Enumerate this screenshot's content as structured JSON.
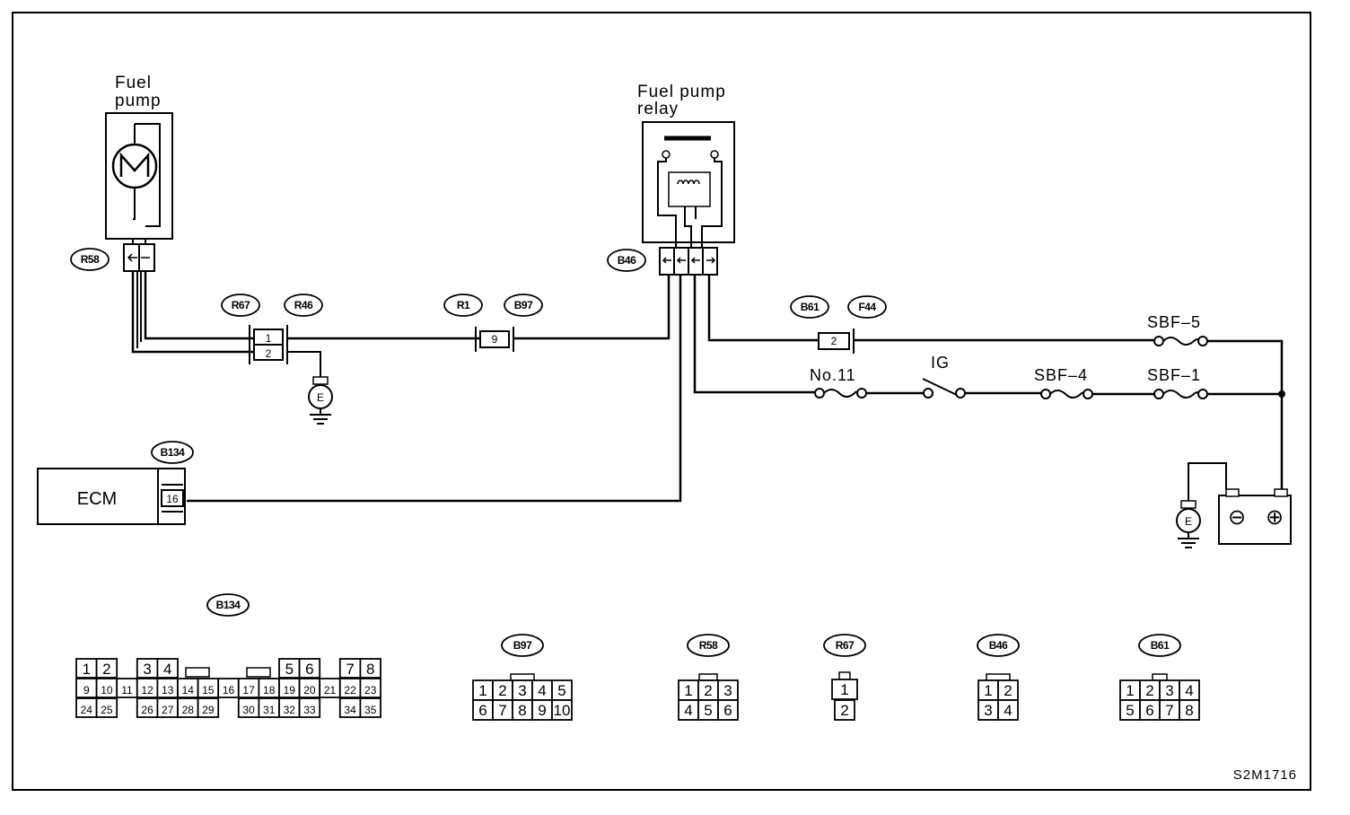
{
  "labels": {
    "fuel_pump_line1": "Fuel",
    "fuel_pump_line2": "pump",
    "relay_line1": "Fuel pump",
    "relay_line2": "relay",
    "ecm": "ECM",
    "sbf5": "SBF–5",
    "sbf4": "SBF–4",
    "sbf1": "SBF–1",
    "no11": "No.11",
    "ig": "IG",
    "figure_code": "S2M1716"
  },
  "tags": {
    "r58": "R58",
    "r67": "R67",
    "r46": "R46",
    "r1": "R1",
    "b97": "B97",
    "b46": "B46",
    "b61": "B61",
    "f44": "F44",
    "b134": "B134"
  },
  "pins": {
    "r67_1": "1",
    "r67_2": "2",
    "r1_9": "9",
    "b61_2": "2",
    "b134_16": "16",
    "ground": "E"
  },
  "connectors": {
    "b134": {
      "tag": "B134",
      "row1": [
        "1",
        "2",
        "",
        "3",
        "4",
        "",
        "",
        "",
        "",
        "",
        "5",
        "6",
        "",
        "7",
        "8"
      ],
      "row2": [
        "9",
        "10",
        "11",
        "12",
        "13",
        "14",
        "15",
        "16",
        "17",
        "18",
        "19",
        "20",
        "21",
        "22",
        "23"
      ],
      "row3": [
        "24",
        "25",
        "",
        "26",
        "27",
        "28",
        "29",
        "",
        "30",
        "31",
        "32",
        "33",
        "",
        "34",
        "35"
      ]
    },
    "b97": {
      "tag": "B97",
      "row1": [
        "1",
        "2",
        "3",
        "4",
        "5"
      ],
      "row2": [
        "6",
        "7",
        "8",
        "9",
        "10"
      ]
    },
    "r58": {
      "tag": "R58",
      "row1": [
        "1",
        "2",
        "3"
      ],
      "row2": [
        "4",
        "5",
        "6"
      ]
    },
    "r67": {
      "tag": "R67",
      "row1": [
        "1"
      ],
      "row2": [
        "2"
      ]
    },
    "b46": {
      "tag": "B46",
      "row1": [
        "1",
        "2"
      ],
      "row2": [
        "3",
        "4"
      ]
    },
    "b61": {
      "tag": "B61",
      "row1": [
        "1",
        "2",
        "3",
        "4"
      ],
      "row2": [
        "5",
        "6",
        "7",
        "8"
      ]
    }
  },
  "battery": {
    "minus": "⊖",
    "plus": "⊕"
  }
}
